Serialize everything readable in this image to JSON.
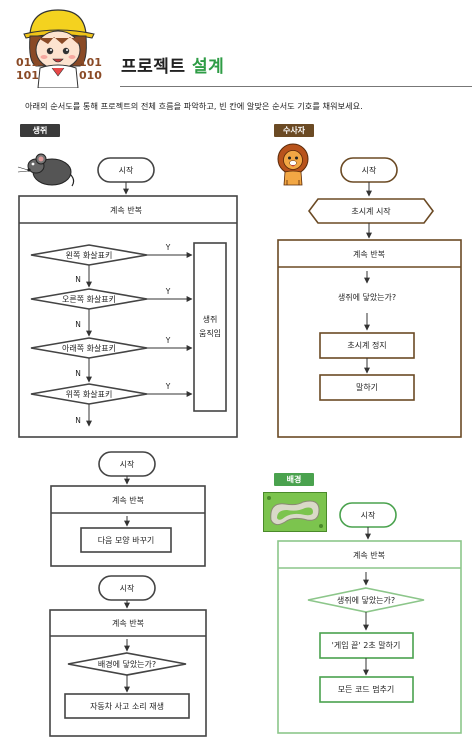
{
  "header": {
    "title_main": "프로젝트",
    "title_accent": "설계",
    "badge_numbers": [
      "011",
      "101",
      "101",
      "010"
    ],
    "instruction": "아래의 순서도를 통해 프로젝트의 전체 흐름을 파악하고, 빈 칸에 알맞은 순서도 기호를 채워보세요."
  },
  "colors": {
    "dark": "#3a3a3a",
    "brown": "#6b4a24",
    "green": "#4aa24e",
    "green_line": "#8cc68a",
    "accent_title": "#2e9c45"
  },
  "sections": {
    "mouse": {
      "tag": "생쥐",
      "icon": "mouse-icon",
      "start": "시작",
      "loop": "계속 반복",
      "conditions": [
        "왼쪽 화살표키",
        "오른쪽 화살표키",
        "아래쪽 화살표키",
        "위쪽 화살표키"
      ],
      "yes": "Y",
      "no": "N",
      "action_line1": "생쥐",
      "action_line2": "움직임"
    },
    "lion": {
      "tag": "수사자",
      "icon": "lion-icon",
      "start": "시작",
      "prep": "초시계 시작",
      "loop": "계속 반복",
      "condition": "생쥐에 닿았는가?",
      "step1": "초시계 정지",
      "step2": "말하기"
    },
    "mouse2": {
      "start": "시작",
      "loop": "계속 반복",
      "step": "다음 모양 바꾸기"
    },
    "mouse3": {
      "start": "시작",
      "loop": "계속 반복",
      "condition": "배경에 닿았는가?",
      "step": "자동차 사고 소리 재생"
    },
    "background": {
      "tag": "배경",
      "icon": "track-thumbnail",
      "start": "시작",
      "loop": "계속 반복",
      "condition": "생쥐에 닿았는가?",
      "step1": "'게임 끝' 2초 말하기",
      "step2": "모든 코드 멈추기"
    }
  }
}
